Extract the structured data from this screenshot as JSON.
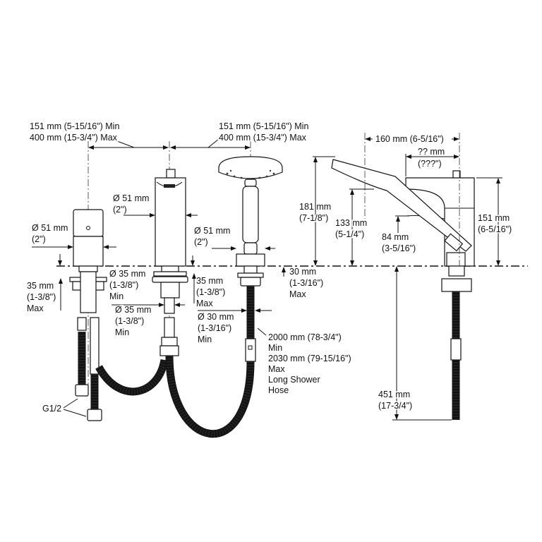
{
  "title": "Deck-mount bath faucet with hand shower – dimension drawing",
  "labels": {
    "spacing_left": [
      "151 mm (5-15/16\") Min",
      "400 mm (15-3/4\") Max"
    ],
    "spacing_right": [
      "151 mm (5-15/16\") Min",
      "400 mm (15-3/4\") Max"
    ],
    "spout_dia": [
      "Ø 51 mm",
      "(2\")"
    ],
    "handle_dia": [
      "Ø 51 mm",
      "(2\")"
    ],
    "shower_dia": [
      "Ø 51 mm",
      "(2\")"
    ],
    "handle_deck_max": [
      "35 mm",
      "(1-3/8\")",
      "Max"
    ],
    "handle_hole_min": [
      "Ø 35 mm",
      "(1-3/8\")",
      "Min"
    ],
    "spout_deck_max": [
      "35 mm",
      "(1-3/8\")",
      "Max"
    ],
    "spout_hole_min": [
      "Ø 35 mm",
      "(1-3/8\")",
      "Min"
    ],
    "shower_deck_max": [
      "30 mm",
      "(1-3/16\")",
      "Max"
    ],
    "shower_hole_min": [
      "Ø 30 mm",
      "(1-3/16\")",
      "Min"
    ],
    "hose": [
      "2000 mm (78-3/4\")",
      "Min",
      "2030 mm (79-15/16\")",
      "Max",
      "Long Shower",
      "Hose"
    ],
    "connection": "G1/2",
    "reach": "160 mm (6-5/16\")",
    "unknown": [
      "?? mm",
      "(???\")"
    ],
    "head_height": [
      "181 mm",
      "(7-1/8\")"
    ],
    "head_low": [
      "133 mm",
      "(5-1/4\")"
    ],
    "spout_outlet": [
      "84 mm",
      "(3-5/16\")"
    ],
    "spout_height": [
      "151 mm",
      "(6-5/16\")"
    ],
    "below_deck": [
      "451 mm",
      "(17-3/4\")"
    ]
  }
}
